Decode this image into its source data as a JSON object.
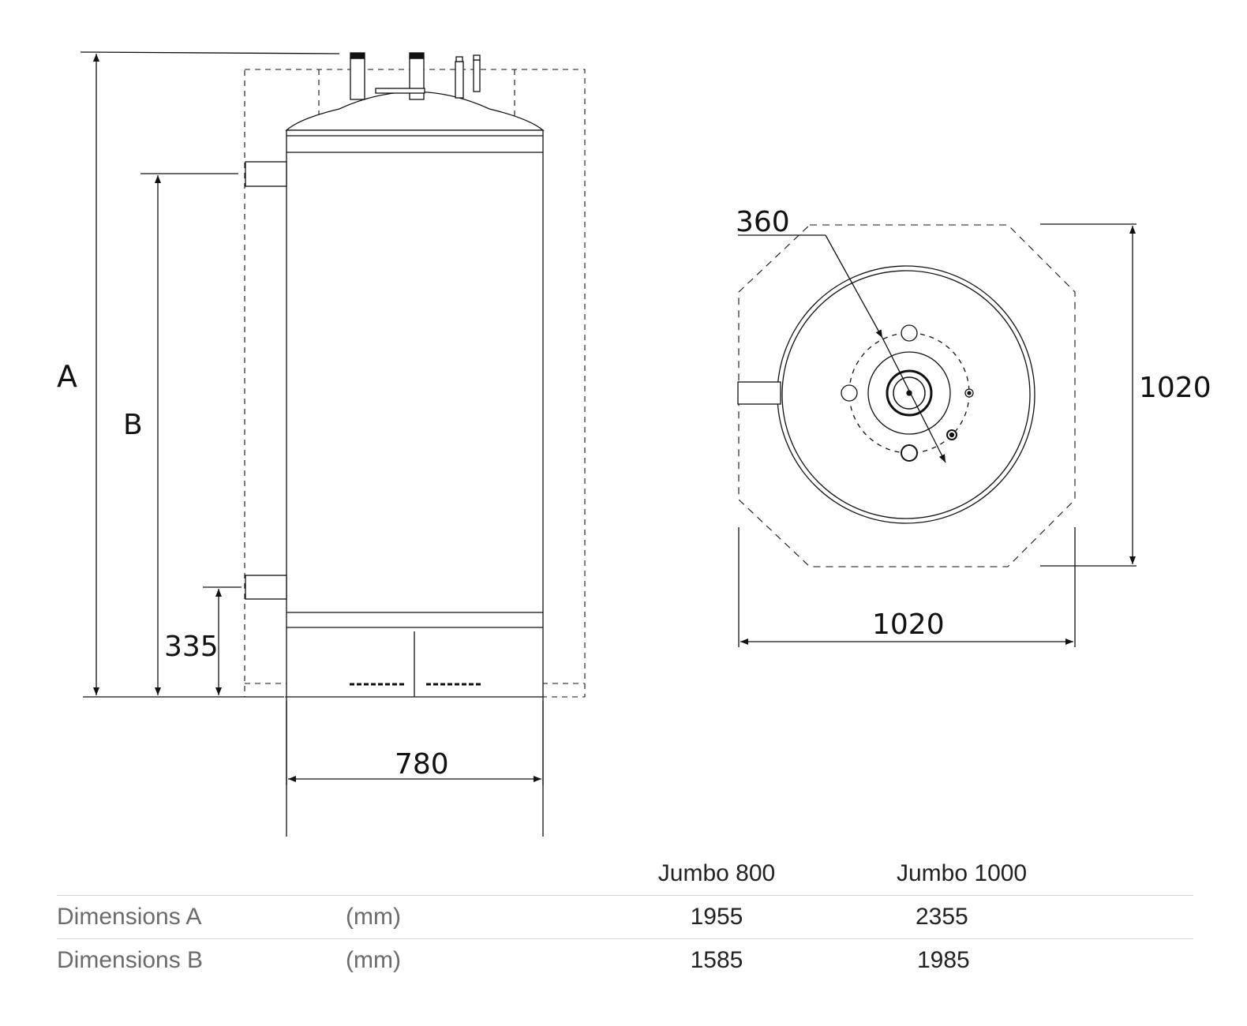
{
  "side_view": {
    "label_a": "A",
    "label_b": "B",
    "dim_335": "335",
    "dim_780": "780"
  },
  "top_view": {
    "dim_360": "360",
    "dim_1020_vertical": "1020",
    "dim_1020_horizontal": "1020"
  },
  "table": {
    "headers": [
      "Jumbo 800",
      "Jumbo 1000"
    ],
    "rows": [
      {
        "label": "Dimensions A",
        "unit": "(mm)",
        "values": [
          "1955",
          "2355"
        ]
      },
      {
        "label": "Dimensions B",
        "unit": "(mm)",
        "values": [
          "1585",
          "1985"
        ]
      }
    ]
  },
  "colors": {
    "line": "#111111",
    "muted_text": "#6b6b6b",
    "rule": "#d8d8d8"
  }
}
